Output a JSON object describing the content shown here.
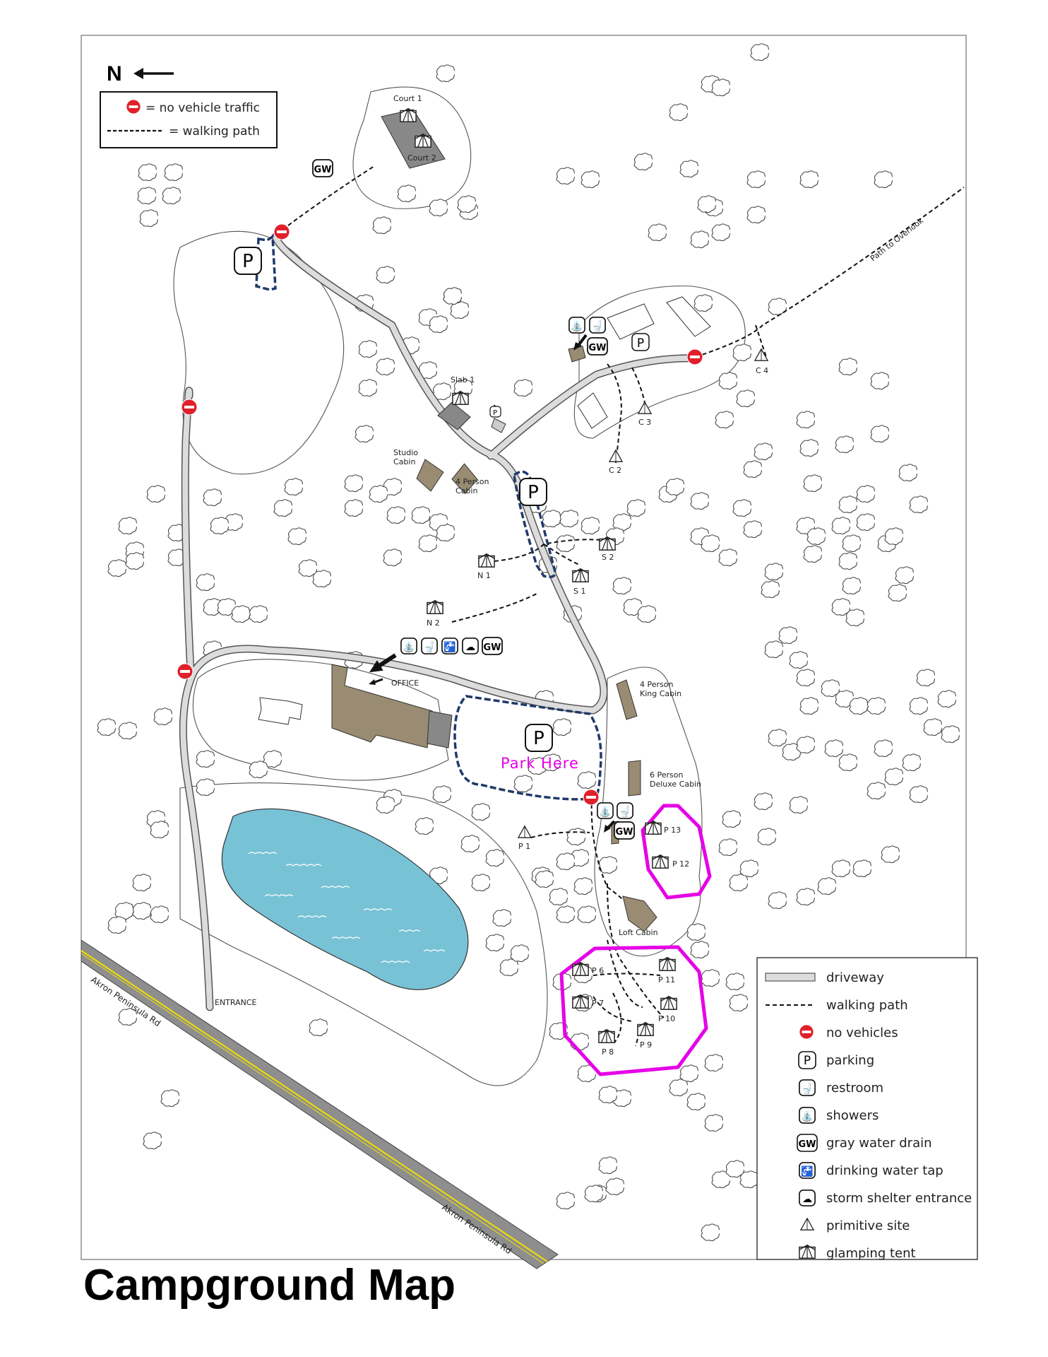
{
  "title": "Campground Map",
  "north_label": "N",
  "top_key": {
    "no_vehicle": "= no vehicle traffic",
    "walking_path": "= walking path"
  },
  "roads": {
    "road_top": "Akron Peninsula Rd",
    "road_bottom": "Akron Peninsula Rd"
  },
  "labels": {
    "entrance": "ENTRANCE",
    "office": "OFFICE",
    "park_here": "Park Here",
    "path_to_overlook": "Path to Overlook",
    "court1": "Court 1",
    "court2": "Court 2",
    "slab1": "Slab 1",
    "studio_cabin_1": "Studio",
    "studio_cabin_2": "Cabin",
    "four_person_cabin_1": "4 Person",
    "four_person_cabin_2": "Cabin",
    "king_cabin_1": "4 Person",
    "king_cabin_2": "King Cabin",
    "deluxe_cabin_1": "6 Person",
    "deluxe_cabin_2": "Deluxe Cabin",
    "loft_cabin": "Loft Cabin"
  },
  "sites": {
    "c2": "C 2",
    "c3": "C 3",
    "c4": "C 4",
    "n1": "N 1",
    "n2": "N 2",
    "s1": "S 1",
    "s2": "S 2",
    "p1": "P 1",
    "p6": "P 6",
    "p7": "P 7",
    "p8": "P 8",
    "p9": "P 9",
    "p10": "P 10",
    "p11": "P 11",
    "p12": "P 12",
    "p13": "P 13"
  },
  "symbols": {
    "parking": "P",
    "gray_water": "GW"
  },
  "legend": {
    "items": [
      {
        "icon": "driveway-icon",
        "label": "driveway"
      },
      {
        "icon": "walking-path-icon",
        "label": "walking path"
      },
      {
        "icon": "no-vehicles-icon",
        "label": "no vehicles"
      },
      {
        "icon": "parking-icon",
        "label": "parking"
      },
      {
        "icon": "restroom-icon",
        "label": "restroom"
      },
      {
        "icon": "showers-icon",
        "label": "showers"
      },
      {
        "icon": "gray-water-drain-icon",
        "label": "gray water drain"
      },
      {
        "icon": "drinking-water-tap-icon",
        "label": "drinking water tap"
      },
      {
        "icon": "storm-shelter-icon",
        "label": "storm shelter entrance"
      },
      {
        "icon": "primitive-site-icon",
        "label": "primitive site"
      },
      {
        "icon": "glamping-tent-icon",
        "label": "glamping tent"
      }
    ]
  },
  "colors": {
    "driveway": "#dcdcdc",
    "parking_outline": "#1f3a68",
    "glamping_highlight": "#e600e6",
    "pond": "#78c2d6",
    "building": "#9a8c72",
    "no_vehicle": "#e0202b",
    "road_line": "#f0e100"
  }
}
